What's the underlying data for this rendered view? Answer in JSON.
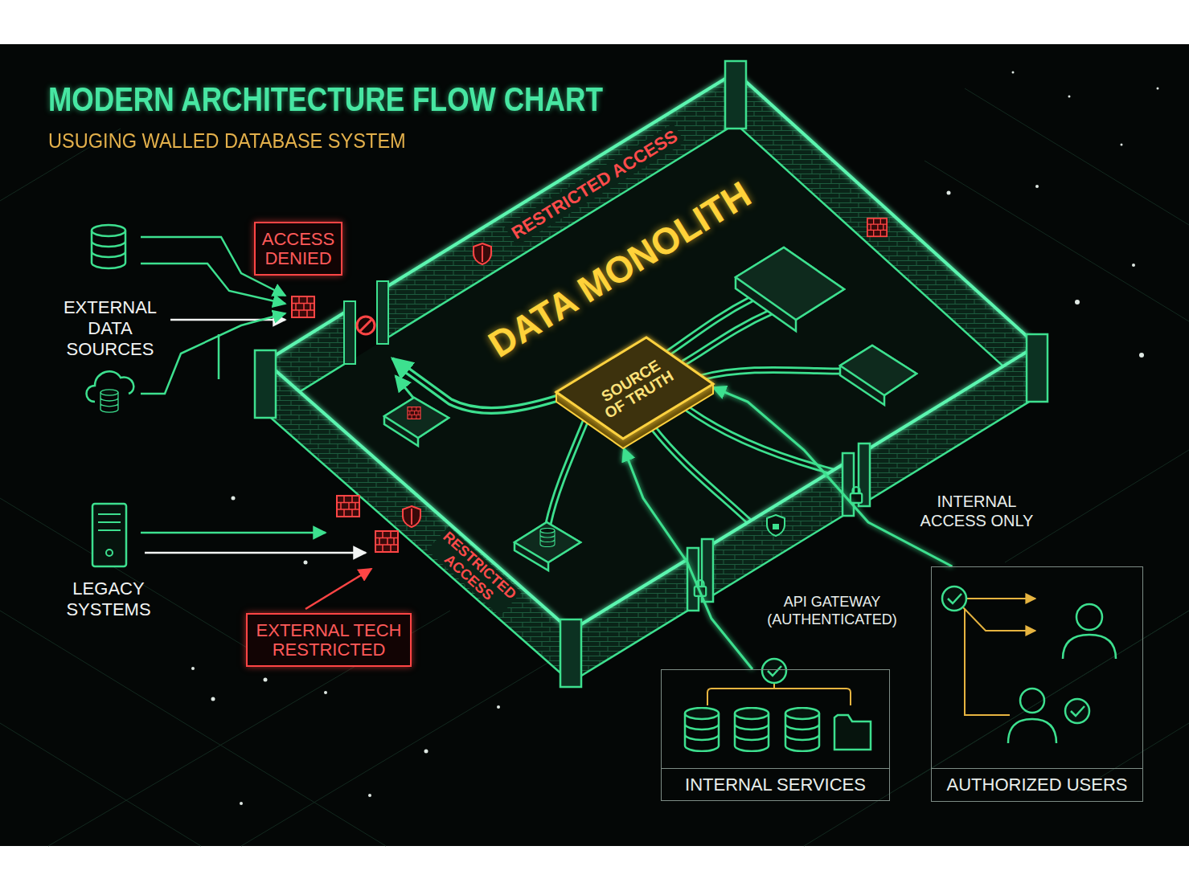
{
  "diagram": {
    "title": "MODERN ARCHITECTURE FLOW CHART",
    "nodes": [
      {
        "text": [
          "ACCESS DENIED"
        ]
      },
      {
        "text": [
          "SOURCE OF TRUTH"
        ]
      },
      {
        "text": [
          "EXTERNAL TECH RESTRICTED"
        ]
      },
      {
        "text": [
          "INTERNAL SERVICES"
        ]
      },
      {
        "text": [
          "AUTHORIZED USERS"
        ]
      }
    ],
    "edges": [
      {
        "from": 3,
        "to": 1,
        "arrow": "to",
        "label": "API GATEWAY (AUTHENTICATED)"
      },
      {
        "from": 4,
        "to": 1,
        "arrow": "to",
        "label": "INTERNAL ACCESS ONLY"
      }
    ],
    "labels": [
      "USUGING WALLED DATABASE SYSTEM",
      "EXTERNAL DATA SOURCES",
      "RESTRICTED ACCESS",
      "DATA MONOLITH",
      "RESTRICTED ACCESS",
      "LEGACY SYSTEMS"
    ]
  }
}
